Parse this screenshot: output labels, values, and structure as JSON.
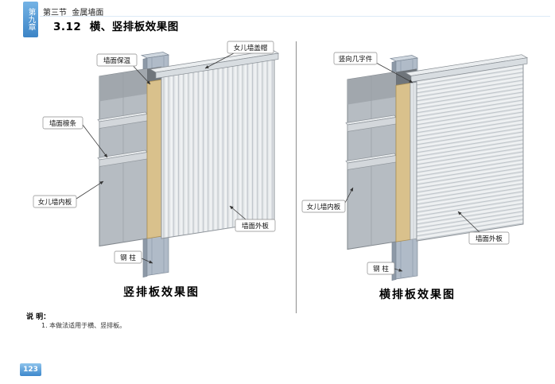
{
  "header": {
    "chapter_tab": "第九章",
    "section": "第三节  金属墙面",
    "title": "3.12  横、竖排板效果图"
  },
  "figures": {
    "left": {
      "caption": "竖排板效果图",
      "labels": {
        "insulation": "墙面保温",
        "parapet_cap": "女儿墙盖帽",
        "purlin": "墙面檩条",
        "inner_panel": "女儿墙内板",
        "outer_panel": "墙面外板",
        "steel_column": "钢 柱"
      }
    },
    "right": {
      "caption": "横排板效果图",
      "labels": {
        "hat_piece": "竖向几字件",
        "inner_panel": "女儿墙内板",
        "outer_panel": "墙面外板",
        "steel_column": "钢 柱"
      }
    }
  },
  "notes": {
    "heading": "说 明：",
    "items": [
      "1. 本做法适用于横、竖排板。"
    ]
  },
  "footer": {
    "page_number": "123"
  },
  "colors": {
    "accent_blue": "#3f86c8",
    "insulation_tan": "#d9c18c",
    "steel_blue": "#b0bbc8",
    "panel_gray": "#e7eaec"
  }
}
